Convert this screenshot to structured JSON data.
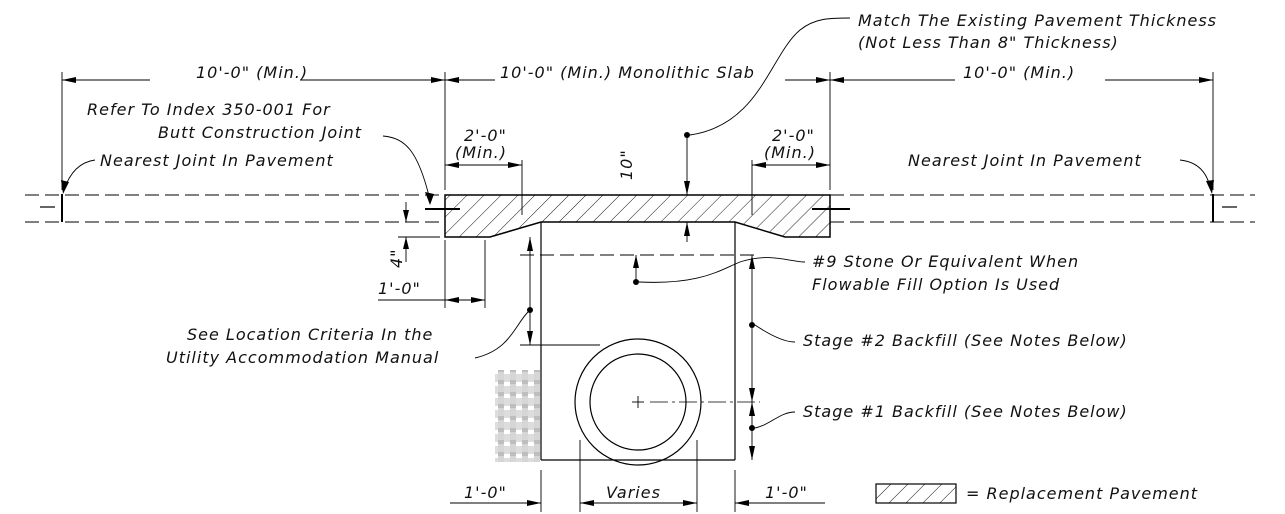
{
  "labels": {
    "match_thickness_1": "Match The Existing Pavement Thickness",
    "match_thickness_2": "(Not Less Than 8\" Thickness)",
    "dim_left_10ft": "10'-0\" (Min.)",
    "dim_center_10ft": "10'-0\" (Min.) Monolithic Slab",
    "dim_right_10ft": "10'-0\" (Min.)",
    "refer_index_1": "Refer To Index 350-001 For",
    "refer_index_2": "Butt Construction Joint",
    "nearest_joint_left": "Nearest Joint In Pavement",
    "nearest_joint_right": "Nearest Joint In Pavement",
    "dim_2ft_left": "2'-0\"",
    "min_left": "(Min.)",
    "dim_2ft_right": "2'-0\"",
    "min_right": "(Min.)",
    "dim_10in": "10\"",
    "dim_4in": "4\"",
    "dim_1ft_upper": "1'-0\"",
    "stone_1": "#9 Stone Or Equivalent When",
    "stone_2": "Flowable Fill Option Is Used",
    "location_1": "See Location Criteria In the",
    "location_2": "Utility Accommodation Manual",
    "stage2": "Stage #2 Backfill (See Notes Below)",
    "stage1": "Stage #1 Backfill (See Notes Below)",
    "dim_1ft_bottom_left": "1'-0\"",
    "dim_varies": "Varies",
    "dim_1ft_bottom_right": "1'-0\"",
    "legend_replacement": "= Replacement Pavement"
  }
}
